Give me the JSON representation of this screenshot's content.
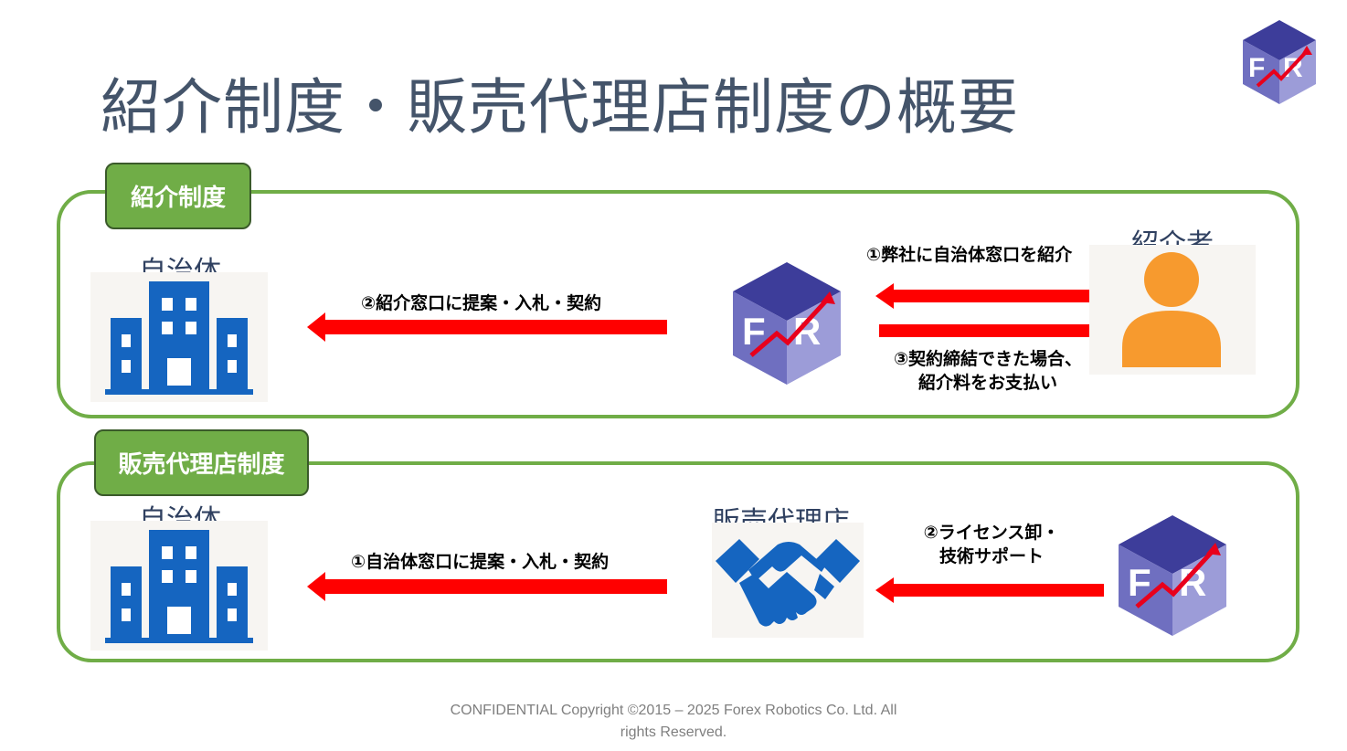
{
  "title": "紹介制度・販売代理店制度の概要",
  "colors": {
    "accent_green": "#70ad47",
    "arrow_red": "#ff0000",
    "icon_blue": "#1565c0",
    "person_orange": "#f79a2e",
    "logo_purple": "#5a5aa8"
  },
  "logo": {
    "letters": "FR"
  },
  "section1": {
    "tab_label": "紹介制度",
    "left_entity": "自治体",
    "right_entity": "紹介者",
    "arrow_left_text": "②紹介窓口に提案・入札・契約",
    "arrow_top_text": "①弊社に自治体窓口を紹介",
    "arrow_bottom_line1": "③契約締結できた場合、",
    "arrow_bottom_line2": "紹介料をお支払い"
  },
  "section2": {
    "tab_label": "販売代理店制度",
    "left_entity": "自治体",
    "middle_entity": "販売代理店",
    "arrow_left_text": "①自治体窓口に提案・入札・契約",
    "arrow_right_line1": "②ライセンス卸・",
    "arrow_right_line2": "技術サポート"
  },
  "footer": {
    "line1": "CONFIDENTIAL Copyright ©2015 – 2025 Forex Robotics Co. Ltd. All",
    "line2": "rights Reserved."
  }
}
